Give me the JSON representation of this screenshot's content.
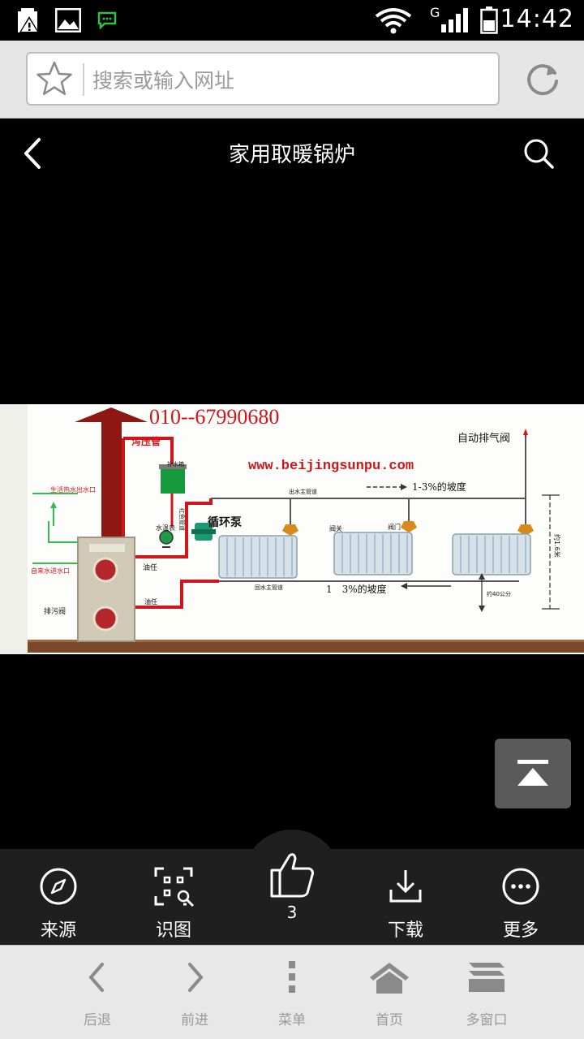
{
  "status_bar": {
    "time": "14:42",
    "network": "G",
    "icons": [
      "warning-icon",
      "image-icon",
      "message-icon",
      "wifi-icon",
      "signal-icon",
      "battery-icon"
    ]
  },
  "browser": {
    "search_placeholder": "搜索或输入网址"
  },
  "header": {
    "title": "家用取暖锅炉"
  },
  "diagram": {
    "phone": "010--67990680",
    "website": "www.beijingsunpu.com",
    "labels": {
      "pressure_pipe": "泻压管",
      "auto_vent": "自动排气阀",
      "supply_main": "出水主管道",
      "return_main": "回水主管道",
      "slope_top": "1-3%的坡度",
      "slope_bottom": "1　3%的坡度",
      "pump": "循环泵",
      "water_tank": "补水箱",
      "gauge": "水温表",
      "hot_outlet": "生活热水出水口",
      "cold_inlet": "自来水进水口",
      "drain": "排污阀",
      "union_top": "油任",
      "union_bottom": "油任",
      "valve_1": "阀关",
      "valve_2": "阀门",
      "height": "约40公分",
      "rise": "约1.6米",
      "red_pipe": "红色管道"
    }
  },
  "actions": {
    "source": "来源",
    "identify": "识图",
    "like_count": "3",
    "download": "下载",
    "more": "更多"
  },
  "nav": {
    "back": "后退",
    "forward": "前进",
    "menu": "菜单",
    "home": "首页",
    "windows": "多窗口"
  },
  "colors": {
    "url_bar_bg": "#e6e6e6",
    "action_bar_bg": "#1f1f1f",
    "nav_bg": "#e8e8e8",
    "pipe_red": "#d0151b",
    "diagram_blue": "#1a2fb0"
  }
}
